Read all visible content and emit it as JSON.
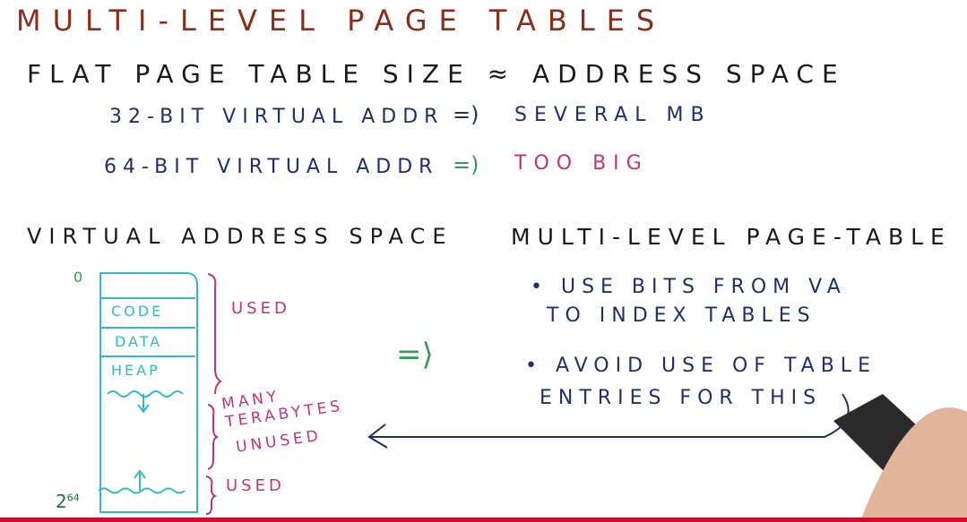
{
  "title": "MULTI-LEVEL PAGE TABLES",
  "heading": "FLAT PAGE TABLE SIZE ≈ ADDRESS SPACE",
  "lines": [
    {
      "left": "32-BIT VIRTUAL ADDR",
      "arrow": "=)",
      "right": "SEVERAL MB"
    },
    {
      "left": "64-BIT VIRTUAL ADDR",
      "arrow": "=)",
      "right": "TOO BIG"
    }
  ],
  "vas": {
    "title": "VIRTUAL ADDRESS SPACE",
    "start_label": "0",
    "end_label_base": "2",
    "end_label_exp": "64",
    "segments": [
      "CODE",
      "DATA",
      "HEAP"
    ],
    "brace_labels": {
      "used_top": "USED",
      "many": "MANY",
      "terabytes": "TERABYTES",
      "unused": "UNUSED",
      "used_bottom": "USED"
    }
  },
  "implies": "=⟩",
  "mlpt": {
    "title": "MULTI-LEVEL PAGE-TABLE",
    "bullet1_line1": "• USE BITS FROM VA",
    "bullet1_line2": "TO INDEX TABLES",
    "bullet2_line1": "• AVOID USE OF TABLE",
    "bullet2_line2": "ENTRIES FOR THIS"
  },
  "colors": {
    "title": "#8b2d19",
    "heading": "#1a1a1a",
    "navy": "#1f2e6e",
    "pink": "#c0357a",
    "cyan": "#35b9c9",
    "green": "#3a9a55",
    "bar": "#c8102e"
  }
}
